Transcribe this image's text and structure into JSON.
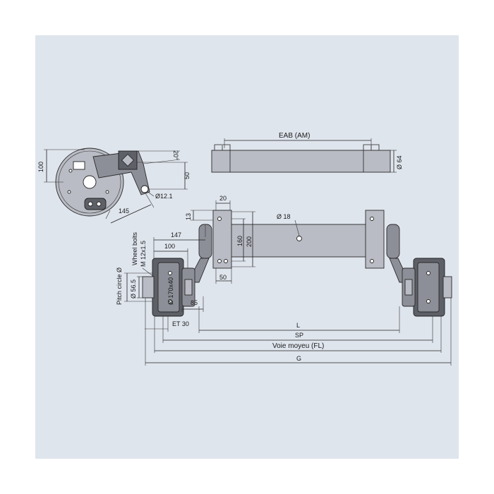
{
  "drawing": {
    "side_view": {
      "dim_height": "100",
      "dim_angle": "20°",
      "dim_drop": "50",
      "dim_hole": "Ø12.1",
      "dim_arm": "145"
    },
    "top_view": {
      "dim_eab": "EAB (AM)",
      "dim_tube": "Ø 64"
    },
    "front_view": {
      "dim_plate_width": "20",
      "dim_13": "13",
      "dim_hole18": "Ø 18",
      "dim_160": "160",
      "dim_200": "200",
      "dim_50": "50",
      "dim_147": "147",
      "dim_100": "100",
      "wheel_bolts_label": "Wheel bolts",
      "wheel_bolts_size": "M 12x1.5",
      "pitch_circle_label": "Pitch circle Ø",
      "hub_diameter": "Ø 56.5",
      "drum_diameter": "Ø 170x40",
      "dim_85": "85",
      "dim_et": "ET 30",
      "dim_L": "L",
      "dim_SP": "SP",
      "dim_FL": "Voie moyeu (FL)",
      "dim_G": "G"
    }
  },
  "colors": {
    "panel": "#dfe5ed",
    "metal": "#8d8f98",
    "metal_dark": "#5e6068",
    "line": "#222222"
  }
}
